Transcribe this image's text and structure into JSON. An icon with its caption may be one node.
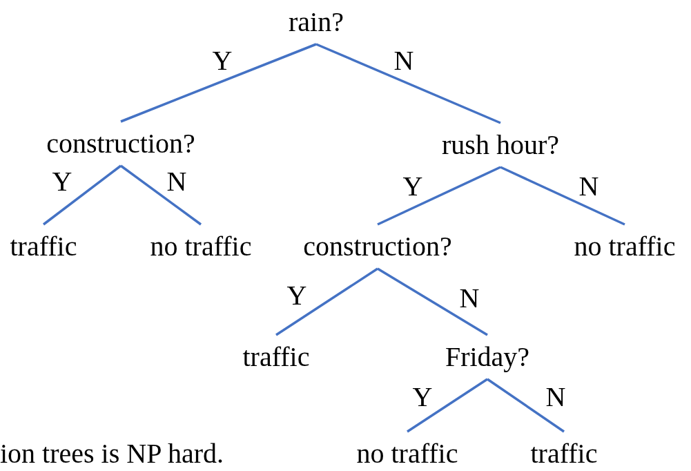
{
  "diagram": {
    "nodes": [
      {
        "text": [
          "rain?"
        ]
      },
      {
        "text": [
          "construction?"
        ]
      },
      {
        "text": [
          "rush hour?"
        ]
      },
      {
        "text": [
          "traffic"
        ]
      },
      {
        "text": [
          "no traffic"
        ]
      },
      {
        "text": [
          "construction?"
        ]
      },
      {
        "text": [
          "no traffic"
        ]
      },
      {
        "text": [
          "traffic"
        ]
      },
      {
        "text": [
          "Friday?"
        ]
      },
      {
        "text": [
          "no traffic"
        ]
      },
      {
        "text": [
          "traffic"
        ]
      }
    ],
    "edges": [
      {
        "from": 0,
        "to": 1,
        "arrow": "none",
        "label": "Y"
      },
      {
        "from": 0,
        "to": 2,
        "arrow": "none",
        "label": "N"
      },
      {
        "from": 1,
        "to": 3,
        "arrow": "none",
        "label": "Y"
      },
      {
        "from": 1,
        "to": 4,
        "arrow": "none",
        "label": "N"
      },
      {
        "from": 2,
        "to": 5,
        "arrow": "none",
        "label": "Y"
      },
      {
        "from": 2,
        "to": 6,
        "arrow": "none",
        "label": "N"
      },
      {
        "from": 5,
        "to": 7,
        "arrow": "none",
        "label": "Y"
      },
      {
        "from": 5,
        "to": 8,
        "arrow": "none",
        "label": "N"
      },
      {
        "from": 8,
        "to": 9,
        "arrow": "none",
        "label": "Y"
      },
      {
        "from": 8,
        "to": 10,
        "arrow": "none",
        "label": "N"
      }
    ],
    "labels": [
      "ion trees is NP hard."
    ]
  }
}
